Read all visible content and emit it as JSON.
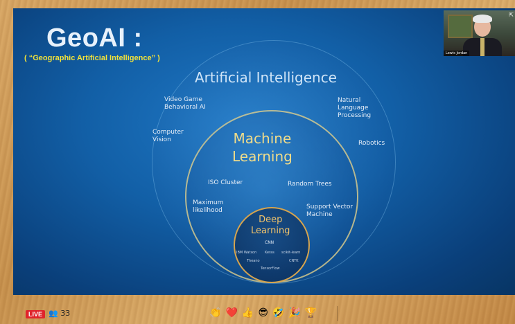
{
  "slide": {
    "title": "GeoAI :",
    "subtitle": "( “Geographic Artificial Intelligence” )",
    "ai": {
      "title": "Artificial Intelligence",
      "items": [
        "Video Game\nBehavioral AI",
        "Natural\nLanguage\nProcessing",
        "Computer\nVision",
        "Robotics"
      ]
    },
    "ml": {
      "title": "Machine\nLearning",
      "items": [
        "ISO Cluster",
        "Random Trees",
        "Maximum\nlikelihood",
        "Support Vector\nMachine"
      ]
    },
    "dl": {
      "title": "Deep\nLearning",
      "items": [
        "CNN",
        "IBM Watson",
        "Keras",
        "scikit-learn",
        "Theano",
        "CNTK",
        "TensorFlow"
      ]
    }
  },
  "webcam": {
    "name": "Lewis Jordan",
    "expand_icon": "expand-icon"
  },
  "bottom": {
    "live_label": "LIVE",
    "viewer_icon": "viewers-icon",
    "viewer_count": "33",
    "reactions": [
      "👏",
      "❤️",
      "👍",
      "😎",
      "🤣",
      "🎉",
      "🏆"
    ]
  }
}
